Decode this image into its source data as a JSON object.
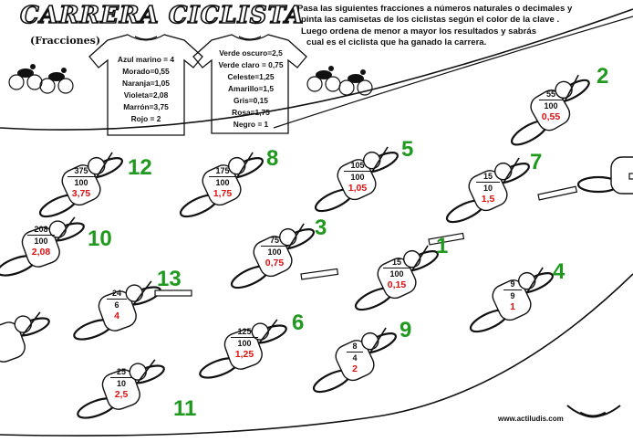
{
  "header": {
    "title": "CARRERA CICLISTA",
    "subtitle": "(Fracciones)"
  },
  "instructions": [
    "Pasa las siguientes fracciones a números naturales o decimales  y",
    "pinta las camisetas  de los ciclistas según el color de la clave .",
    "Luego ordena de menor a mayor los resultados y sabrás",
    "cual es el  ciclista que ha ganado la carrera."
  ],
  "key_left": [
    "Azul marino = 4",
    "Morado=0,55",
    "Naranja=1,05",
    "Violeta=2,08",
    "Marrón=3,75",
    "Rojo = 2"
  ],
  "key_right": [
    "Verde oscuro=2,5",
    "Verde claro = 0,75",
    "Celeste=1,25",
    "Amarillo=1,5",
    "Gris=0,15",
    "Rosa=1,75",
    "Negro = 1"
  ],
  "cyclists": [
    {
      "number": "2",
      "num": "55",
      "den": "100",
      "dec": "0,55"
    },
    {
      "number": "12",
      "num": "375",
      "den": "100",
      "dec": "3,75"
    },
    {
      "number": "8",
      "num": "175",
      "den": "100",
      "dec": "1,75"
    },
    {
      "number": "5",
      "num": "105",
      "den": "100",
      "dec": "1,05"
    },
    {
      "number": "7",
      "num": "15",
      "den": "10",
      "dec": "1,5"
    },
    {
      "number": "10",
      "num": "208",
      "den": "100",
      "dec": "2,08"
    },
    {
      "number": "3",
      "num": "75",
      "den": "100",
      "dec": "0,75"
    },
    {
      "number": "1",
      "num": "15",
      "den": "100",
      "dec": "0,15"
    },
    {
      "number": "13",
      "num": "24",
      "den": "6",
      "dec": "4"
    },
    {
      "number": "4",
      "num": "9",
      "den": "9",
      "dec": "1"
    },
    {
      "number": "6",
      "num": "125",
      "den": "100",
      "dec": "1,25"
    },
    {
      "number": "9",
      "num": "8",
      "den": "4",
      "dec": "2"
    },
    {
      "number": "11",
      "num": "25",
      "den": "10",
      "dec": "2,5"
    }
  ],
  "footer": {
    "url": "www.actiludis.com"
  },
  "colors": {
    "number": "#1f9a1f",
    "decimal": "#e01010",
    "ink": "#111111"
  }
}
